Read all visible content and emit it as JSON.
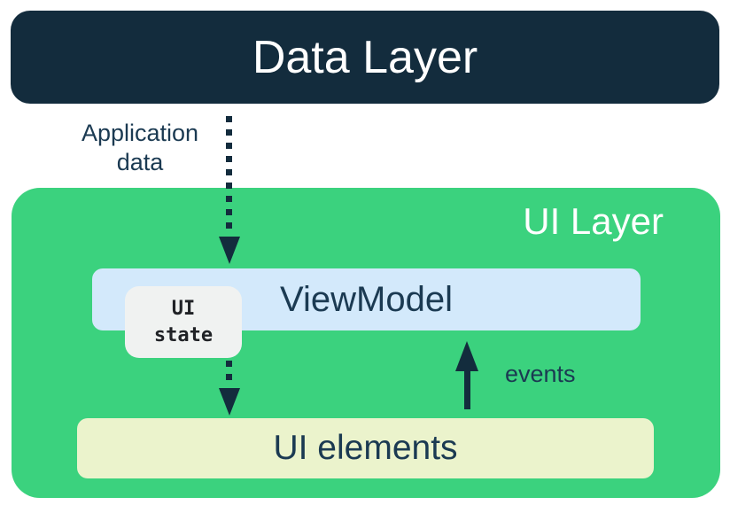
{
  "colors": {
    "navy": "#132c3d",
    "green": "#3bd27e",
    "light_blue": "#d3e9fb",
    "cream": "#ebf3cc",
    "badge_gray": "#f0f2f1",
    "text_navy": "#1b3a52",
    "badge_text": "#202226",
    "white": "#ffffff"
  },
  "data_layer": {
    "label": "Data Layer"
  },
  "flows": {
    "application_data": {
      "label": "Application data"
    },
    "events": {
      "label": "events"
    }
  },
  "ui_layer": {
    "label": "UI Layer",
    "viewmodel": {
      "label": "ViewModel"
    },
    "ui_state": {
      "label": "UI state"
    },
    "ui_elements": {
      "label": "UI elements"
    }
  }
}
